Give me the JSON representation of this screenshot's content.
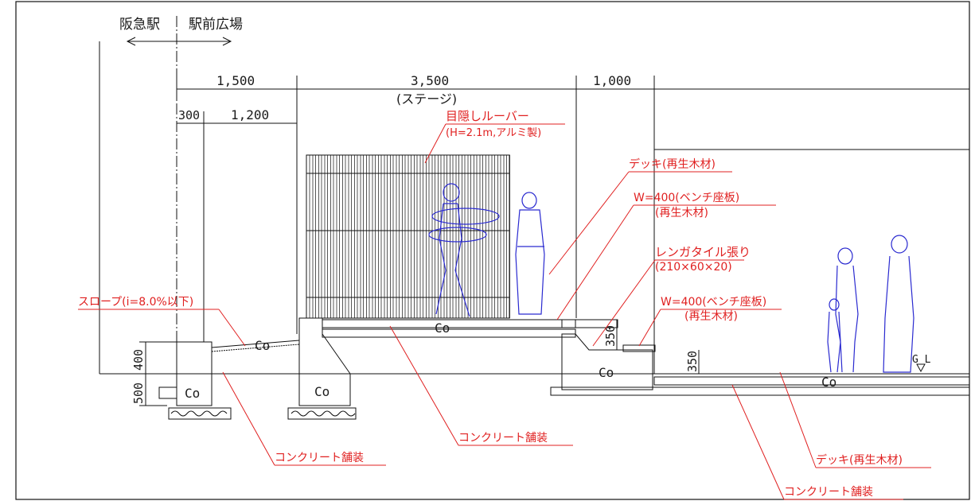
{
  "direction": {
    "left": "阪急駅",
    "right": "駅前広場"
  },
  "dimensions": {
    "d1500": "1,500",
    "d3500": "3,500",
    "stage": "(ステージ)",
    "d1000": "1,000",
    "d300": "300",
    "d1200": "1,200",
    "h400": "400",
    "h500": "500",
    "h350a": "350",
    "h350b": "350"
  },
  "labels": {
    "louver": "目隠しルーバー",
    "louver_spec": "(H=2.1m,アルミ製)",
    "deck_top": "デッキ(再生木材)",
    "bench1": "W=400(ベンチ座板)",
    "bench1_mat": "(再生木材)",
    "brick": "レンガタイル張り",
    "brick_size": "(210×60×20)",
    "bench2": "W=400(ベンチ座板)",
    "bench2_mat": "(再生木材)",
    "slope": "スロープ(i=8.0%以下)",
    "concrete1": "コンクリート舗装",
    "concrete2": "コンクリート舗装",
    "deck_bottom": "デッキ(再生木材)",
    "concrete3": "コンクリート舗装",
    "gl": "G L"
  },
  "co_marks": [
    "Co",
    "Co",
    "Co",
    "Co",
    "Co",
    "Co"
  ],
  "colors": {
    "line": "#111111",
    "annotation": "#e02020",
    "figure": "#2a2ad0"
  }
}
